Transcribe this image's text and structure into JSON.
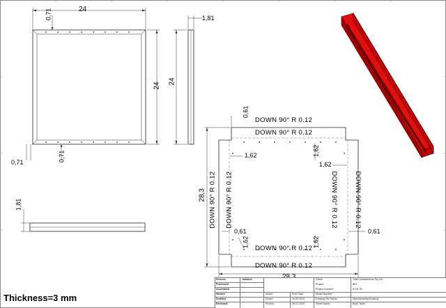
{
  "drawing": {
    "front_view": {
      "width_label": "24",
      "height_label": "24",
      "flange_top_label": "0,71",
      "flange_bottom_label": "0,71",
      "flange_left_label": "0,71"
    },
    "side_view": {
      "depth_label": "1,81",
      "height_label": "24"
    },
    "bottom_view": {
      "depth_label": "1,81"
    },
    "flat_pattern": {
      "width_label": "28,3",
      "height_label": "28,3",
      "offset_top": "0,61",
      "offset_left": "0,61",
      "offset_right": "0,61",
      "flange_top_left": "1,62",
      "flange_top_right_vertical": "1,62",
      "flange_right_top": "1,62",
      "flange_bottom_left": "1,62",
      "flange_bottom_right": "1,62",
      "bend_note": "DOWN  90°  R 0.12"
    },
    "thickness_note": "Thickness=3 mm",
    "model_color": "#cc0000"
  },
  "title_block": {
    "rows": [
      {
        "label": "Process",
        "value": "Initialed"
      },
      {
        "label": "Processed",
        "value": ""
      },
      {
        "label": "Assembled",
        "value": ""
      },
      {
        "label": "Welded",
        "value": ""
      },
      {
        "label": "Detailed",
        "value": ""
      },
      {
        "label": "Reviewed",
        "value": ""
      }
    ],
    "client_label": "Client:",
    "client_value": "Total Constructions Pty Ltd",
    "project_label": "Project:",
    "project_value": "BK1",
    "project_no_label": "Project Number:",
    "project_no_value": "0125-TN",
    "model_label": "Model:",
    "print_date_label": "Print Date:",
    "model_number_label": "Model Number:",
    "drawn_label": "Drawn:",
    "drawn_value": "16.02.2023",
    "drawing_file_label": "Drawing File Name:",
    "drawing_file_value": "Manufacturing Drawing",
    "review_label": "Review:",
    "review_value": "28.07.2023",
    "sheet_label": "Sheet Name:",
    "sheet_value": "Base Table"
  }
}
